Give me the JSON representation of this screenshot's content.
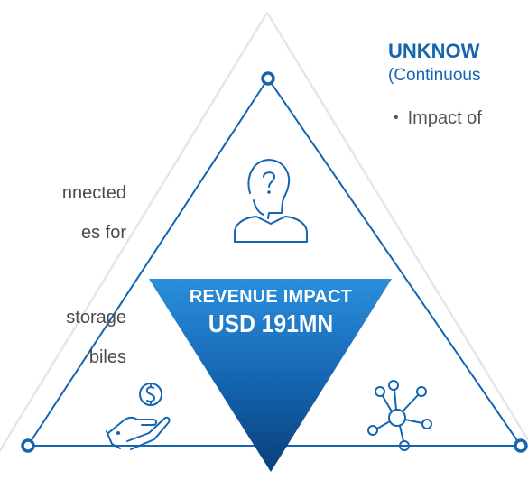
{
  "left_text_fragments": [
    "nnected",
    "es for",
    "storage",
    "biles"
  ],
  "right_panel": {
    "title": "UNKNOW",
    "subtitle": "(Continuous",
    "bullet": "Impact of"
  },
  "center": {
    "label_line1": "REVENUE IMPACT",
    "label_line2": "USD 191MN"
  },
  "icons": [
    "question-head-icon",
    "money-hand-icon",
    "network-node-icon"
  ],
  "colors": {
    "triangle_stroke": "#1565b0",
    "accent_blue": "#1565b0",
    "gradient_top": "#2a8fdc",
    "gradient_bottom": "#0a3f7a",
    "outer_triangle": "#e4e6ea",
    "text_gray": "#4a4a4a"
  }
}
